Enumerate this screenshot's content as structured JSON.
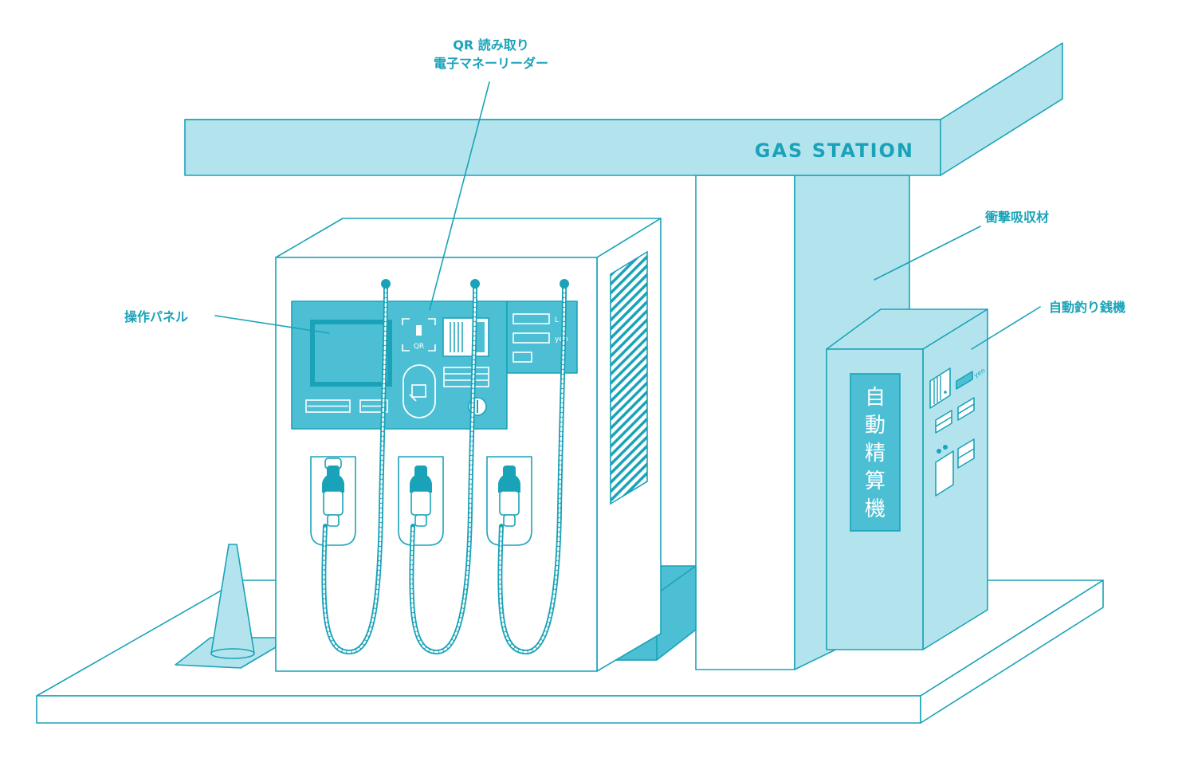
{
  "canopy": {
    "sign_text": "GAS STATION"
  },
  "labels": {
    "qr_reader_line1": "QR 読み取り",
    "qr_reader_line2": "電子マネーリーダー",
    "control_panel": "操作パネル",
    "shock_absorber": "衝撃吸収材",
    "change_machine": "自動釣り銭機"
  },
  "pump": {
    "qr_text": "QR",
    "unit_liter": "L",
    "unit_yen": "yen"
  },
  "kiosk": {
    "title_chars": [
      "自",
      "動",
      "精",
      "算",
      "機"
    ],
    "yen_text": "yen"
  },
  "colors": {
    "stroke": "#1aa3b8",
    "light": "#b3e4ee",
    "mid": "#4dbfd4",
    "white": "#ffffff"
  }
}
